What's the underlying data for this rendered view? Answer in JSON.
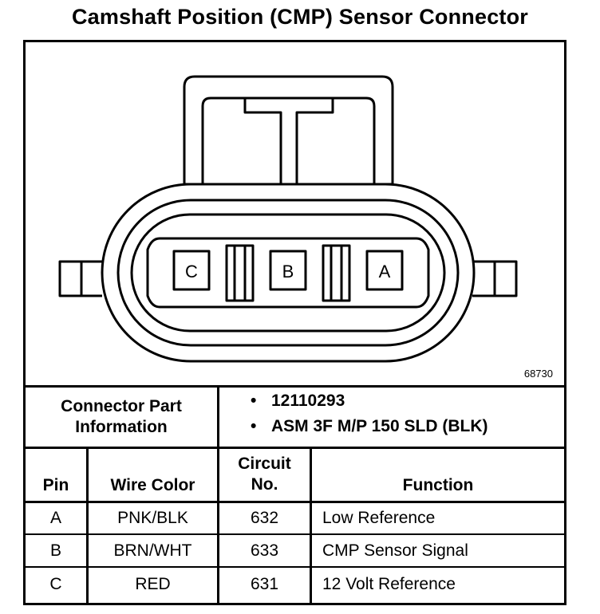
{
  "title": "Camshaft Position (CMP) Sensor Connector",
  "figure_number": "68730",
  "connector": {
    "pins": [
      "C",
      "B",
      "A"
    ]
  },
  "part_info": {
    "label_line1": "Connector Part",
    "label_line2": "Information",
    "items": [
      "12110293",
      "ASM 3F M/P 150 SLD (BLK)"
    ]
  },
  "table": {
    "headers": {
      "pin": "Pin",
      "wire_color": "Wire Color",
      "circuit_line1": "Circuit",
      "circuit_line2": "No.",
      "function": "Function"
    },
    "rows": [
      {
        "pin": "A",
        "wire_color": "PNK/BLK",
        "circuit": "632",
        "function": "Low Reference"
      },
      {
        "pin": "B",
        "wire_color": "BRN/WHT",
        "circuit": "633",
        "function": "CMP Sensor Signal"
      },
      {
        "pin": "C",
        "wire_color": "RED",
        "circuit": "631",
        "function": "12 Volt Reference"
      }
    ]
  }
}
